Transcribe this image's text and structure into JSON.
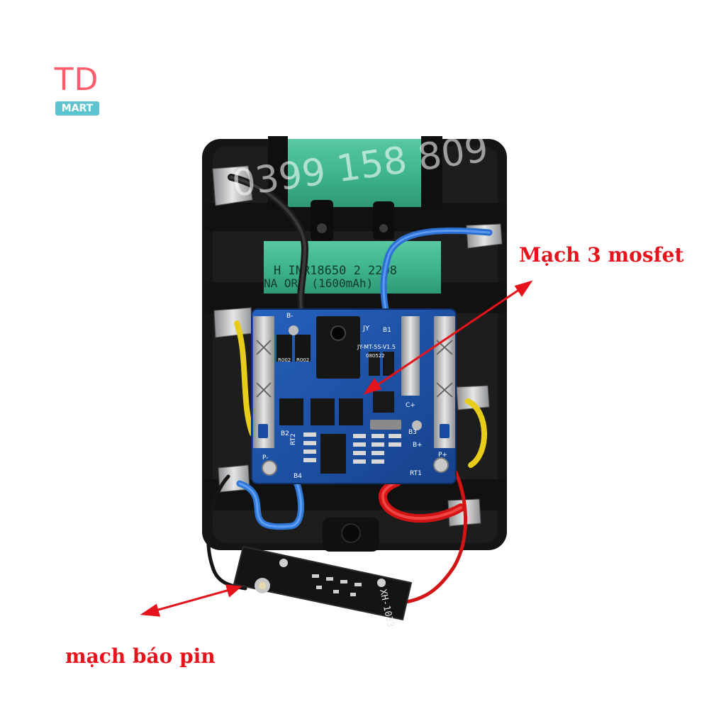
{
  "logo": {
    "top_text": "TD",
    "bottom_text": "MART",
    "colors": {
      "top": "#ff5d6c",
      "bottom": "#5dc3ce"
    }
  },
  "watermark": {
    "text": "0399 158 809"
  },
  "annotations": {
    "mosfet_label": "Mạch 3 mosfet",
    "indicator_label": "mạch báo pin",
    "color": "#e5131b"
  },
  "photo": {
    "cell_print_line1": "H  INR18650  2 2208",
    "cell_print_line2": "NA  ORA  (1600mAh)",
    "pcb_model": "JY-MT-5S-V1.5",
    "pcb_code": "080522",
    "pcb_brand": "JY",
    "indicator_model": "XH-1033",
    "pads": [
      "B-",
      "B1",
      "C+",
      "B2",
      "B3",
      "B+",
      "B4",
      "P-",
      "P+",
      "RT1",
      "RT2",
      "R002",
      "R002"
    ],
    "colors": {
      "cell": "#3fb58e",
      "pcb": "#1c4fa3",
      "holder": "#141414"
    }
  }
}
